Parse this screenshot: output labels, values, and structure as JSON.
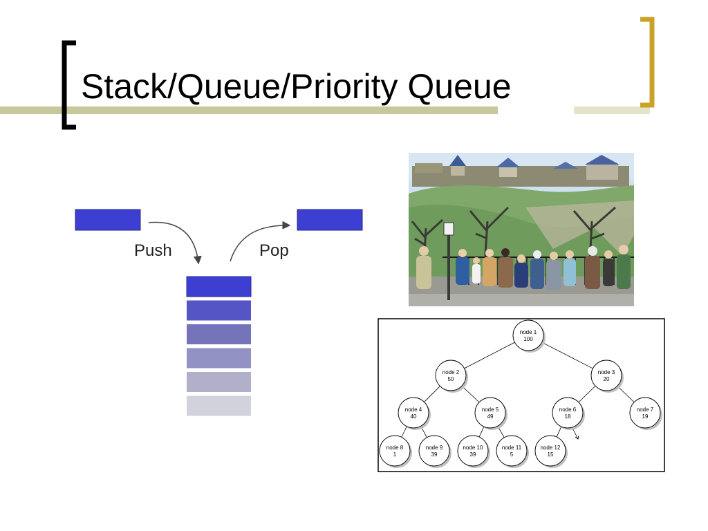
{
  "slide": {
    "title": "Stack/Queue/Priority Queue"
  },
  "stack_diagram": {
    "push_label": "Push",
    "pop_label": "Pop",
    "block_colors": [
      "#3c3fd2",
      "#5555c6",
      "#7474bb",
      "#9292c4",
      "#b0b0cb",
      "#d2d2dd"
    ]
  },
  "queue_image": {
    "description_icon": "people-waiting-in-line-painting-icon"
  },
  "heap_tree": {
    "nodes": [
      {
        "name": "node 1",
        "value": "100"
      },
      {
        "name": "node 2",
        "value": "50"
      },
      {
        "name": "node 3",
        "value": "20"
      },
      {
        "name": "node 4",
        "value": "40"
      },
      {
        "name": "node 5",
        "value": "49"
      },
      {
        "name": "node 6",
        "value": "18"
      },
      {
        "name": "node 7",
        "value": "19"
      },
      {
        "name": "node 8",
        "value": "1"
      },
      {
        "name": "node 9",
        "value": "39"
      },
      {
        "name": "node 10",
        "value": "39"
      },
      {
        "name": "node 11",
        "value": "5"
      },
      {
        "name": "node 12",
        "value": "15"
      }
    ]
  },
  "colors": {
    "accent_bar": "#c8c89a",
    "bracket_right": "#c9a227",
    "block_blue": "#3c3fd2"
  }
}
